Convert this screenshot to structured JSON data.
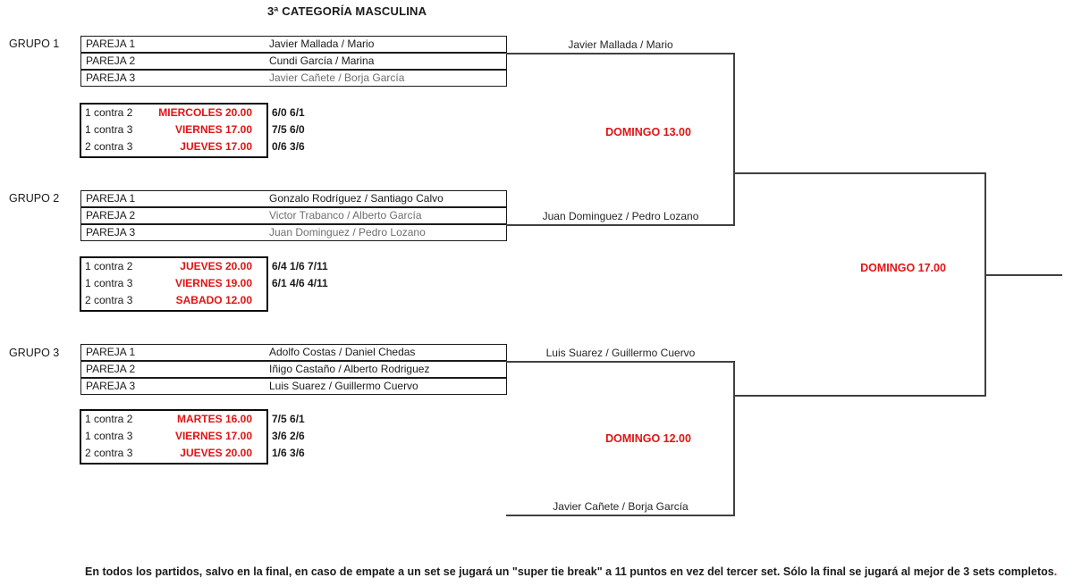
{
  "title": "3ª CATEGORÍA MASCULINA",
  "colors": {
    "accent_red": "#e21313",
    "muted_gray": "#6e6e6e",
    "line": "#404040"
  },
  "groups": [
    {
      "label": "GRUPO  1",
      "pairs": [
        {
          "label": "PAREJA 1",
          "name": "Javier Mallada / Mario",
          "muted": false
        },
        {
          "label": "PAREJA 2",
          "name": "Cundi García / Marina",
          "muted": false
        },
        {
          "label": "PAREJA 3",
          "name": "Javier Cañete / Borja García",
          "muted": true
        }
      ],
      "matches": [
        {
          "pairing": "1 contra 2",
          "time": "MIERCOLES 20.00",
          "score": "6/0 6/1"
        },
        {
          "pairing": "1 contra 3",
          "time": "VIERNES 17.00",
          "score": "7/5 6/0"
        },
        {
          "pairing": "2 contra 3",
          "time": "JUEVES 17.00",
          "score": "0/6 3/6"
        }
      ]
    },
    {
      "label": "GRUPO 2",
      "pairs": [
        {
          "label": "PAREJA 1",
          "name": "Gonzalo Rodríguez / Santiago Calvo",
          "muted": false
        },
        {
          "label": "PAREJA 2",
          "name": "Victor Trabanco / Alberto García",
          "muted": true
        },
        {
          "label": "PAREJA 3",
          "name": "Juan Dominguez / Pedro Lozano",
          "muted": true
        }
      ],
      "matches": [
        {
          "pairing": "1 contra 2",
          "time": "JUEVES 20.00",
          "score": "6/4 1/6 7/11"
        },
        {
          "pairing": "1 contra 3",
          "time": "VIERNES 19.00",
          "score": "6/1 4/6 4/11"
        },
        {
          "pairing": "2 contra 3",
          "time": "SABADO 12.00",
          "score": ""
        }
      ]
    },
    {
      "label": "GRUPO 3",
      "pairs": [
        {
          "label": "PAREJA 1",
          "name": "Adolfo Costas / Daniel Chedas",
          "muted": false
        },
        {
          "label": "PAREJA 2",
          "name": "Iñigo Castaño / Alberto Rodriguez",
          "muted": false
        },
        {
          "label": "PAREJA 3",
          "name": "Luis Suarez / Guillermo Cuervo",
          "muted": false
        }
      ],
      "matches": [
        {
          "pairing": "1 contra 2",
          "time": "MARTES 16.00",
          "score": "7/5 6/1"
        },
        {
          "pairing": "1 contra 3",
          "time": "VIERNES 17.00",
          "score": "3/6 2/6"
        },
        {
          "pairing": "2 contra 3",
          "time": "JUEVES 20.00",
          "score": "1/6 3/6"
        }
      ]
    }
  ],
  "bracket": {
    "semifinal_1": {
      "top": "Javier Mallada / Mario",
      "bottom": "Juan Dominguez / Pedro Lozano",
      "time": "DOMINGO 13.00"
    },
    "semifinal_2": {
      "top": "Luis Suarez / Guillermo Cuervo",
      "bottom": "Javier Cañete / Borja García",
      "time": "DOMINGO 12.00"
    },
    "final": {
      "time": "DOMINGO 17.00"
    }
  },
  "footnote": {
    "black": "En todos los partidos, salvo en la final, en caso de empate a un set se jugará un \"super tie break\" a 11 puntos en vez del tercer set. Sólo la final se jugará al mejor de 3 sets completos",
    "red": "."
  }
}
